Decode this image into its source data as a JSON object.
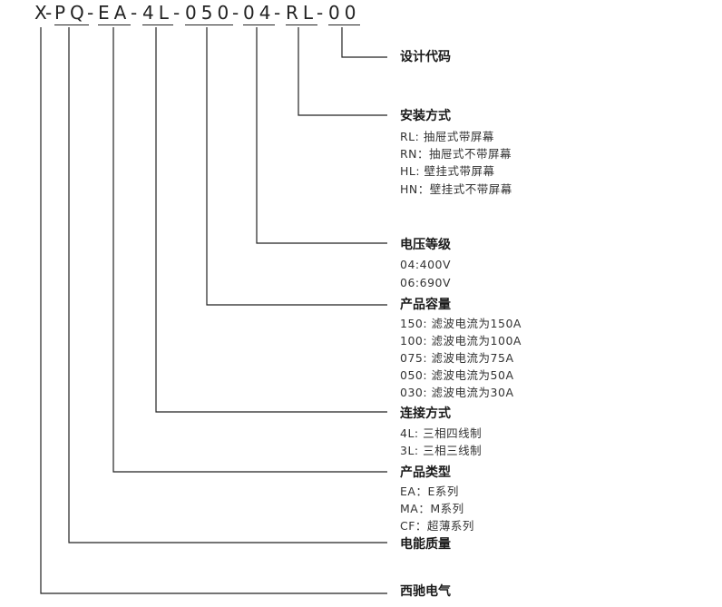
{
  "code": {
    "parts": [
      "X",
      "PQ",
      "EA",
      "4L",
      "050",
      "04",
      "RL",
      "00"
    ],
    "separator": "-"
  },
  "sections": [
    {
      "id": "design",
      "title": "设计代码",
      "options": []
    },
    {
      "id": "install",
      "title": "安装方式",
      "options": [
        "RL: 抽屉式带屏幕",
        "RN：抽屉式不带屏幕",
        "HL: 壁挂式带屏幕",
        "HN：壁挂式不带屏幕"
      ]
    },
    {
      "id": "voltage",
      "title": "电压等级",
      "options": [
        "04:400V",
        "06:690V"
      ]
    },
    {
      "id": "capacity",
      "title": "产品容量",
      "options": [
        "150: 滤波电流为150A",
        "100: 滤波电流为100A",
        "075: 滤波电流为75A",
        "050: 滤波电流为50A",
        "030: 滤波电流为30A"
      ]
    },
    {
      "id": "connection",
      "title": "连接方式",
      "options": [
        "4L: 三相四线制",
        "3L: 三相三线制"
      ]
    },
    {
      "id": "type",
      "title": "产品类型",
      "options": [
        "EA：E系列",
        "MA：M系列",
        "CF：超薄系列"
      ]
    },
    {
      "id": "quality",
      "title": "电能质量",
      "options": []
    },
    {
      "id": "brand",
      "title": "西驰电气",
      "options": []
    }
  ]
}
